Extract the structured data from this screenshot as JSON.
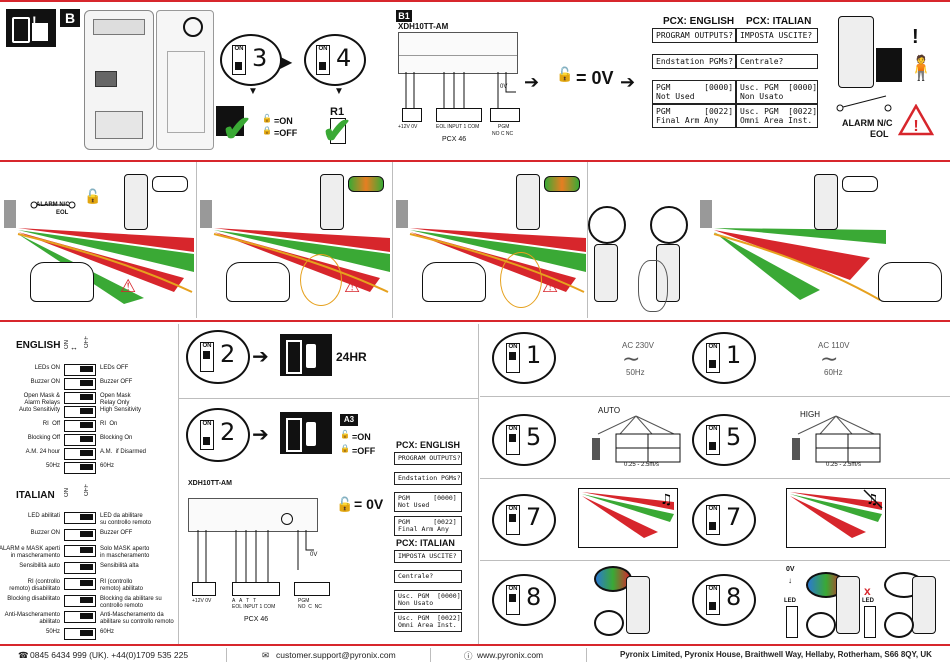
{
  "section_b": {
    "badge": "B"
  },
  "section_b1": {
    "badge": "B1",
    "module_title": "XDH10TT-AM",
    "terminals": [
      "+12V 0V",
      "EOL INPUT 1 COM",
      "PGM",
      "NO  C  NC"
    ],
    "pcx": "PCX 46",
    "voltage": "0V",
    "r1": "R1",
    "on_label": "=ON",
    "off_label": "=OFF",
    "dip3": "3",
    "dip4": "4",
    "equals_zero": "= 0V"
  },
  "pcx_english": {
    "title": "PCX: ENGLISH",
    "lines": [
      "PROGRAM OUTPUTS?",
      "Endstation PGMs?",
      "PGM       [0000]\nNot Used",
      "PGM       [0022]\nFinal Arm Any"
    ]
  },
  "pcx_italian": {
    "title": "PCX: ITALIAN",
    "lines": [
      "IMPOSTA USCITE?",
      "Centrale?",
      "Usc. PGM  [0000]\nNon Usato",
      "Usc. PGM  [0022]\nOmni Area Inst."
    ]
  },
  "alarm": {
    "line1": "ALARM N/C",
    "line2": "EOL"
  },
  "scene": {
    "alarm_line1": "ALARM N/C",
    "alarm_line2": "EOL"
  },
  "english_switches": {
    "title": "ENGLISH",
    "on": "ON",
    "off": "OFF",
    "left": [
      "LEDs ON",
      "Buzzer ON",
      "Open Mask &\nAlarm Relays",
      "Auto Sensitivity",
      "RI  Off",
      "Blocking Off",
      "A.M. 24 hour",
      "50Hz"
    ],
    "right": [
      "LEDs OFF",
      "Buzzer OFF",
      "Open Mask\nRelay Only",
      "High Sensitivity",
      "RI  On",
      "Blocking On",
      "A.M.  if Disarmed",
      "60Hz"
    ]
  },
  "italian_switches": {
    "title": "ITALIAN",
    "on": "ON",
    "off": "OFF",
    "left": [
      "LED abilitati",
      "Buzzer ON",
      "ALARM e MASK aperti\nin mascheramento",
      "Sensibilità auto",
      "RI (controllo\nremoto) disabilitato",
      "Blocking disabilitato",
      "Anti-Mascheramento\nabilitato",
      "50Hz"
    ],
    "right": [
      "LED da abilitare\nsu controllo remoto",
      "Buzzer OFF",
      "Solo MASK aperto\nin mascheramento",
      "Sensibilità alta",
      "RI (controllo\nremoto) abilitato",
      "Blocking da abilitare su\ncontrollo remoto",
      "Anti-Mascheramento da\nabilitare su controllo remoto",
      "60Hz"
    ]
  },
  "mid_panel": {
    "dip2": "2",
    "hr": "24HR",
    "badge": "A3",
    "on_label": "=ON",
    "off_label": "=OFF",
    "zero": "= 0V",
    "module_title": "XDH10TT-AM",
    "pcx": "PCX 46",
    "terminals1": "+12V 0V",
    "terminals2": "A   A   T   T\nEOL INPUT 1 COM",
    "pgm": "PGM\nNO  C  NC",
    "ov": "0V",
    "pcx_en_title": "PCX: ENGLISH",
    "pcx_en": [
      "PROGRAM OUTPUTS?",
      "Endstation PGMs?",
      "PGM      [0000]\nNot Used",
      "PGM      [0022]\nFinal Arm Any"
    ],
    "pcx_it_title": "PCX: ITALIAN",
    "pcx_it": [
      "IMPOSTA USCITE?",
      "Centrale?",
      "Usc. PGM  [0000]\nNon Usato",
      "Usc. PGM  [0022]\nOmni Area Inst."
    ]
  },
  "right_panel": {
    "d1": "1",
    "ac230": "AC 230V",
    "hz50": "50Hz",
    "ac110": "AC 110V",
    "hz60": "60Hz",
    "d5": "5",
    "auto": "AUTO",
    "high": "HIGH",
    "speed": "0.25 - 2.5m/s",
    "d7": "7",
    "d8": "8",
    "ov": "0V",
    "led": "LED",
    "x": "x"
  },
  "footer": {
    "phone": "0845 6434 999 (UK). +44(0)1709 535 225",
    "email": "customer.support@pyronix.com",
    "web": "www.pyronix.com",
    "address": "Pyronix Limited, Pyronix House, Braithwell Way, Hellaby, Rotherham, S66 8QY, UK"
  },
  "colors": {
    "red": "#d7262c",
    "green": "#3aa935"
  }
}
